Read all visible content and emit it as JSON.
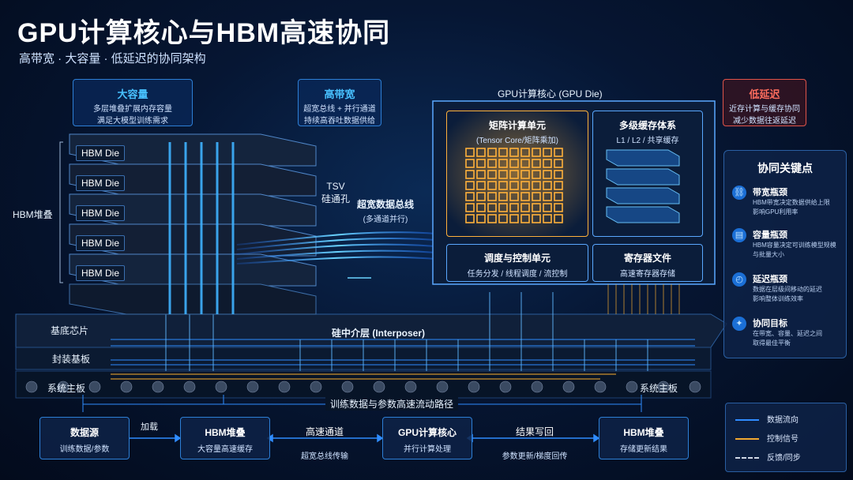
{
  "title": "GPU计算核心与HBM高速协同",
  "subtitle": "高带宽 · 大容量 · 低延迟的协同架构",
  "callouts": {
    "capacity": {
      "title": "大容量",
      "line1": "多层堆叠扩展内存容量",
      "line2": "满足大模型训练需求"
    },
    "bandwidth": {
      "title": "高带宽",
      "line1": "超宽总线 + 并行通道",
      "line2": "持续高吞吐数据供给"
    },
    "latency": {
      "title": "低延迟",
      "line1": "近存计算与缓存协同",
      "line2": "减少数据往返延迟"
    }
  },
  "hbm": {
    "stack_label": "HBM堆叠",
    "dies": [
      "HBM Die",
      "HBM Die",
      "HBM Die",
      "HBM Die",
      "HBM Die"
    ],
    "tsv_line1": "TSV",
    "tsv_line2": "硅通孔"
  },
  "bus": {
    "title": "超宽数据总线",
    "sub": "(多通道并行)"
  },
  "gpu": {
    "title": "GPU计算核心 (GPU Die)",
    "matrix": {
      "title": "矩阵计算单元",
      "sub": "(Tensor Core/矩阵乘加)"
    },
    "cache": {
      "title": "多级缓存体系",
      "sub": "L1 / L2 / 共享缓存"
    },
    "control": {
      "title": "调度与控制单元",
      "sub": "任务分发 / 线程调度 / 流控制"
    },
    "register": {
      "title": "寄存器文件",
      "sub": "高速寄存器存储"
    }
  },
  "layers": {
    "base": "基底芯片",
    "interposer": "硅中介层 (Interposer)",
    "substrate": "封装基板",
    "board": "系统主板",
    "board_right": "系统主板"
  },
  "key_points": {
    "title": "协同关键点",
    "items": [
      {
        "icon": "network-icon",
        "title": "带宽瓶颈",
        "desc1": "HBM带宽决定数据供给上限",
        "desc2": "影响GPU利用率"
      },
      {
        "icon": "database-icon",
        "title": "容量瓶颈",
        "desc1": "HBM容量决定可训练模型规模",
        "desc2": "与批量大小"
      },
      {
        "icon": "clock-icon",
        "title": "延迟瓶颈",
        "desc1": "数据在层级间移动的延迟",
        "desc2": "影响整体训练效率"
      },
      {
        "icon": "target-icon",
        "title": "协同目标",
        "desc1": "在带宽、容量、延迟之间",
        "desc2": "取得最佳平衡"
      }
    ]
  },
  "flow": {
    "path_title": "训练数据与参数高速流动路径",
    "boxes": [
      {
        "title": "数据源",
        "sub": "训练数据/参数"
      },
      {
        "title": "HBM堆叠",
        "sub": "大容量高速缓存"
      },
      {
        "title": "GPU计算核心",
        "sub": "并行计算处理"
      },
      {
        "title": "HBM堆叠",
        "sub": "存储更新结果"
      }
    ],
    "arrows": [
      {
        "title": "加载",
        "sub": ""
      },
      {
        "title": "高速通道",
        "sub": "超宽总线传输"
      },
      {
        "title": "结果写回",
        "sub": "参数更新/梯度回传"
      }
    ]
  },
  "legend": {
    "items": [
      {
        "label": "数据流向",
        "color": "#2f8cff"
      },
      {
        "label": "控制信号",
        "color": "#f0a830"
      },
      {
        "label": "反馈/同步",
        "color": "#cfd8e6"
      }
    ]
  },
  "colors": {
    "accent_blue": "#48c1ff",
    "accent_orange": "#f0a830",
    "accent_red": "#ff6d5e"
  }
}
